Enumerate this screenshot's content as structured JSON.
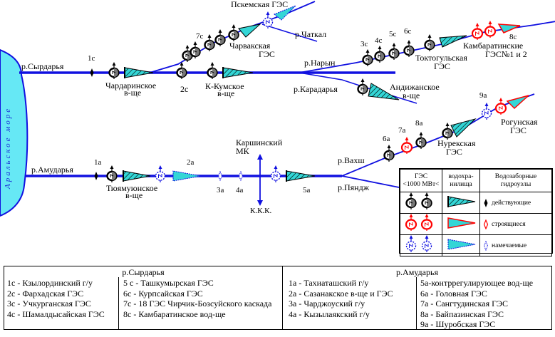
{
  "sea": {
    "label": "Аральское море",
    "color": "#66e8f5"
  },
  "colors": {
    "river": "#1010e0",
    "reservoir_fill": "#33d6d6",
    "existing": "#000000",
    "under_construction": "#ff0000",
    "planned": "#1010e0"
  },
  "rivers": {
    "syrdarya": "р.Сырдарья",
    "amudarya": "р.Амударья",
    "chatkal": "р.Чаткал",
    "naryn": "р.Нарын",
    "karadarya": "р.Карадарья",
    "vakhsh": "р.Вахш",
    "pyanj": "р.Пяндж"
  },
  "syr_labels": {
    "c1": "1с",
    "c2": "2с",
    "c3": "3с",
    "c4": "4с",
    "c5": "5с",
    "c6": "6с",
    "c7": "7с",
    "c8": "8с",
    "chardara_1": "Чардаринское",
    "chardara_2": "в-ще",
    "kkum_1": "К-Кумское",
    "kkum_2": "в-ще",
    "charvak_1": "Чарвакская",
    "charvak_2": "ГЭС",
    "pskem": "Пскемская ГЭС",
    "toktogul_1": "Токтогульская",
    "toktogul_2": "ГЭС",
    "kambarata_1": "Камбаратинские",
    "kambarata_2": "ГЭС№1 и 2",
    "andijan_1": "Андижанское",
    "andijan_2": "в-ще"
  },
  "amu_labels": {
    "a1": "1а",
    "a2": "2а",
    "a3": "3а",
    "a4": "4а",
    "a5": "5а",
    "a6": "6а",
    "a7": "7а",
    "a8": "8а",
    "a9": "9а",
    "tuyamuyun_1": "Тюямуюнское",
    "tuyamuyun_2": "в-ще",
    "karshi_1": "Каршинский",
    "karshi_2": "МК",
    "kkk": "К.К.К.",
    "nurek_1": "Нурекская",
    "nurek_2": "ГЭС",
    "rogun_1": "Рогунская",
    "rogun_2": "ГЭС"
  },
  "legend": {
    "col1_header_1": "ГЭС",
    "col1_header_2": "<1000 МВт<",
    "col2_header_1": "водохра-",
    "col2_header_2": "нилища",
    "col3_header_1": "Водозаборные",
    "col3_header_2": "гидроузлы",
    "existing": "действующие",
    "under_construction": "строящиеся",
    "planned": "намечаемые"
  },
  "key": {
    "syr_title": "р.Сырдарья",
    "syr_left": [
      "1с - Кзылординский г/у",
      "2с - Фархадская ГЭС",
      "3с - Учкурганская ГЭС",
      "4с - Шамалдысайская ГЭС"
    ],
    "syr_right": [
      "5 с - Ташкумырская ГЭС",
      "6с - Курпсайская ГЭС",
      "7с - 18 ГЭС Чирчик-Бозсуйского каскада",
      "8с - Камбаратинское вод-ще"
    ],
    "amu_title": "р.Амударья",
    "amu_left": [
      "1а - Тахиаташский г/у",
      "2а - Сазанакское в-ще и ГЭС",
      "3а - Чарджоуский г/у",
      "4а - Кызылаякский г/у"
    ],
    "amu_right": [
      "5а-контррегулирующее вод-ще",
      "6а - Головная ГЭС",
      "7а - Сангтудинская ГЭС",
      "8а - Байпазинская ГЭС",
      "9а - Шуробская ГЭС"
    ]
  }
}
